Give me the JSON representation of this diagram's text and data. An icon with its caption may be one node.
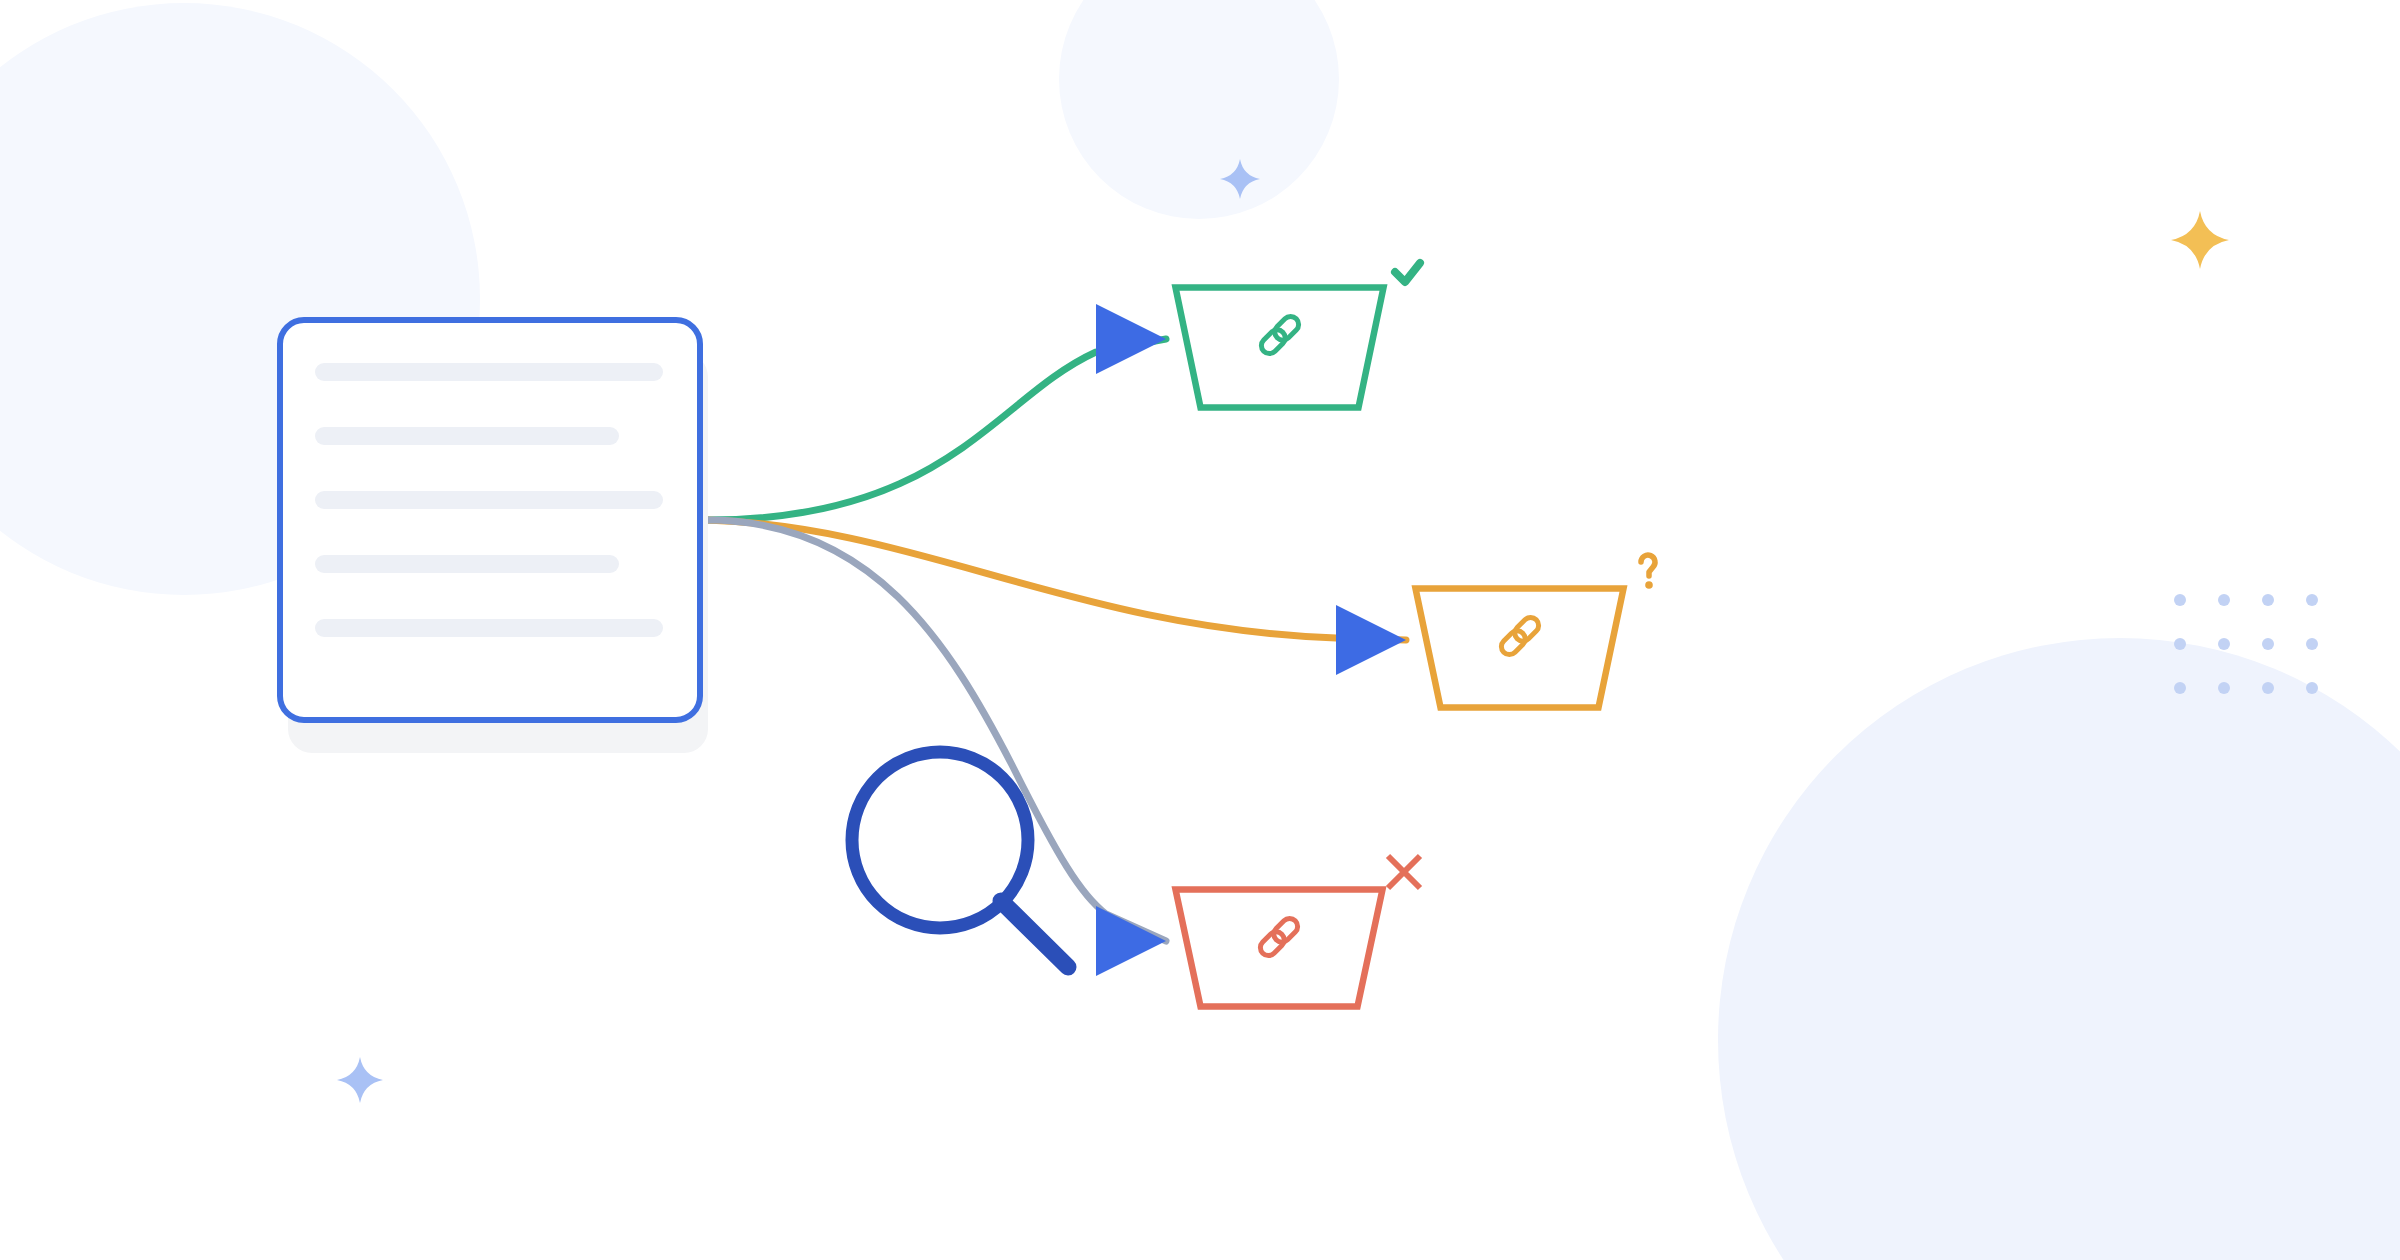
{
  "diagram": {
    "nodes": [
      {
        "text": [],
        "shape": "document"
      },
      {
        "text": [],
        "shape": "trapezoid"
      },
      {
        "text": [],
        "shape": "trapezoid"
      },
      {
        "text": [],
        "shape": "trapezoid"
      }
    ],
    "edges": [
      {
        "from": 0,
        "to": 1,
        "arrow": "to",
        "color": "#34b384"
      },
      {
        "from": 0,
        "to": 2,
        "arrow": "to",
        "color": "#e8a33a"
      },
      {
        "from": 0,
        "to": 3,
        "arrow": "to",
        "color": "#9aa6bd"
      }
    ]
  }
}
